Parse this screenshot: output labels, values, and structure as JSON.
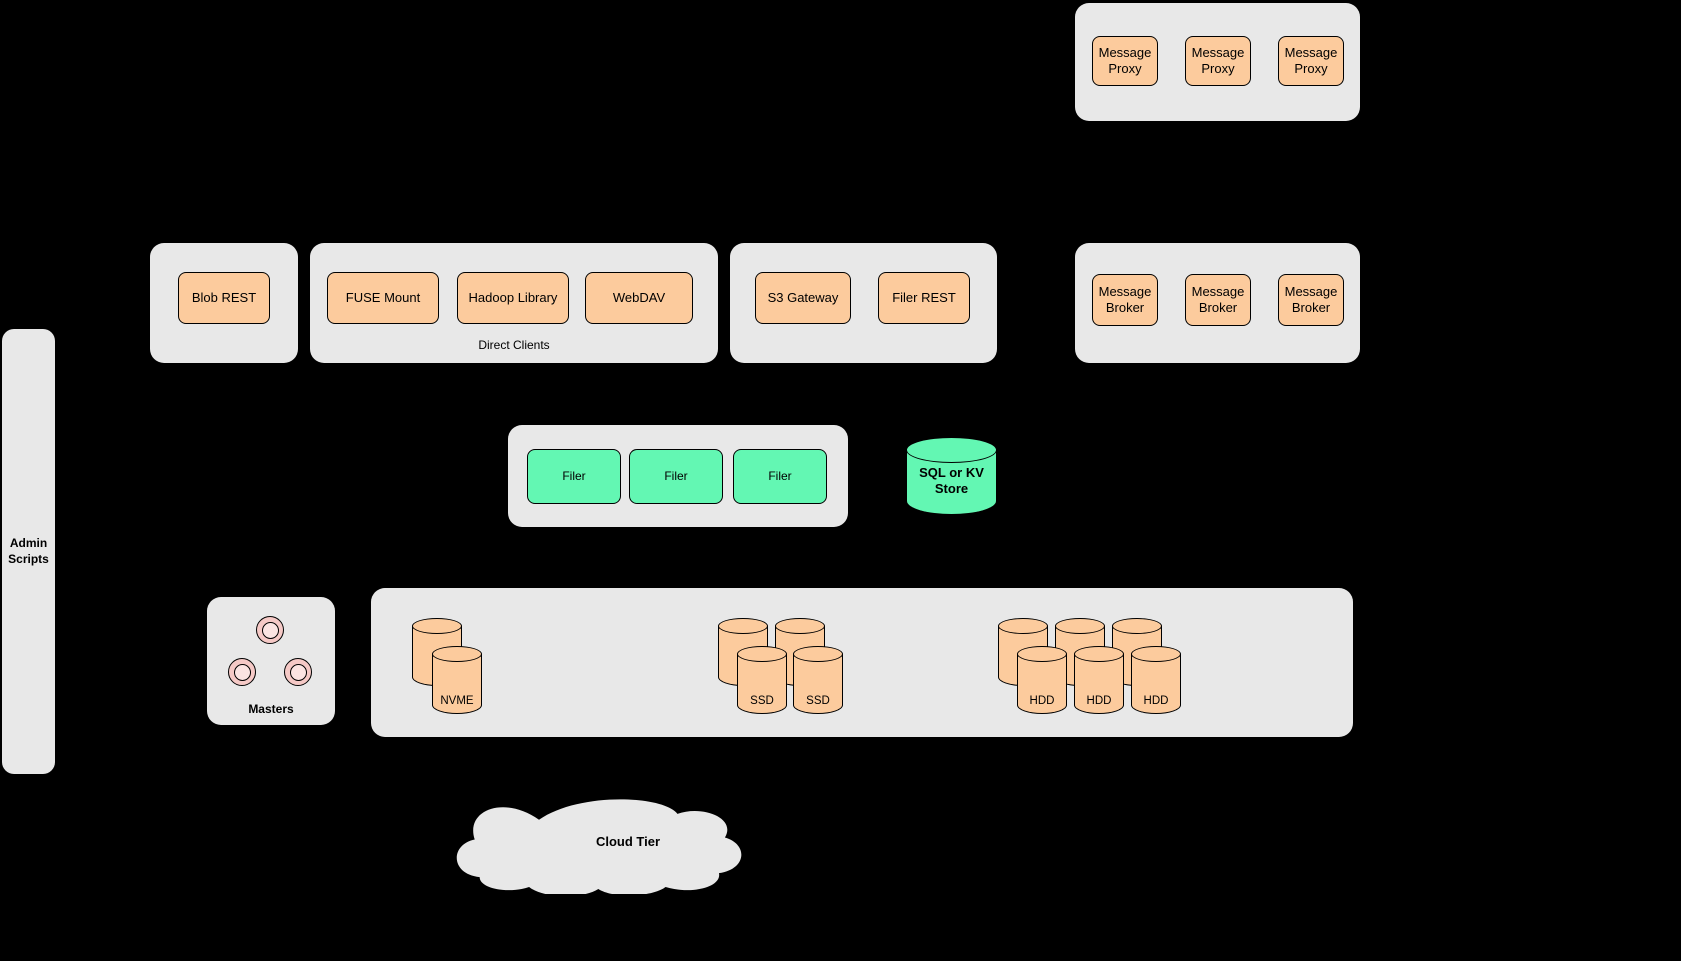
{
  "colors": {
    "background": "#000000",
    "container_fill": "#e8e8e8",
    "node_fill": "#fccb9d",
    "green_fill": "#63f7b3",
    "pink_fill": "#f5c9c6",
    "border": "#000000"
  },
  "message_proxy_group": {
    "items": [
      "Message Proxy",
      "Message Proxy",
      "Message Proxy"
    ]
  },
  "blob_group": {
    "items": [
      "Blob REST"
    ]
  },
  "direct_clients_group": {
    "label": "Direct Clients",
    "items": [
      "FUSE Mount",
      "Hadoop Library",
      "WebDAV"
    ]
  },
  "gateway_group": {
    "items": [
      "S3 Gateway",
      "Filer REST"
    ]
  },
  "message_broker_group": {
    "items": [
      "Message Broker",
      "Message Broker",
      "Message Broker"
    ]
  },
  "filer_group": {
    "items": [
      "Filer",
      "Filer",
      "Filer"
    ]
  },
  "sql_store": {
    "label": "SQL or KV Store"
  },
  "admin_scripts": {
    "label": "Admin Scripts"
  },
  "masters": {
    "label": "Masters"
  },
  "volume_servers": {
    "nvme": {
      "front": "NVME"
    },
    "ssd": {
      "front": [
        "SSD",
        "SSD"
      ]
    },
    "hdd": {
      "front": [
        "HDD",
        "HDD",
        "HDD"
      ]
    }
  },
  "cloud": {
    "label": "Cloud Tier"
  }
}
